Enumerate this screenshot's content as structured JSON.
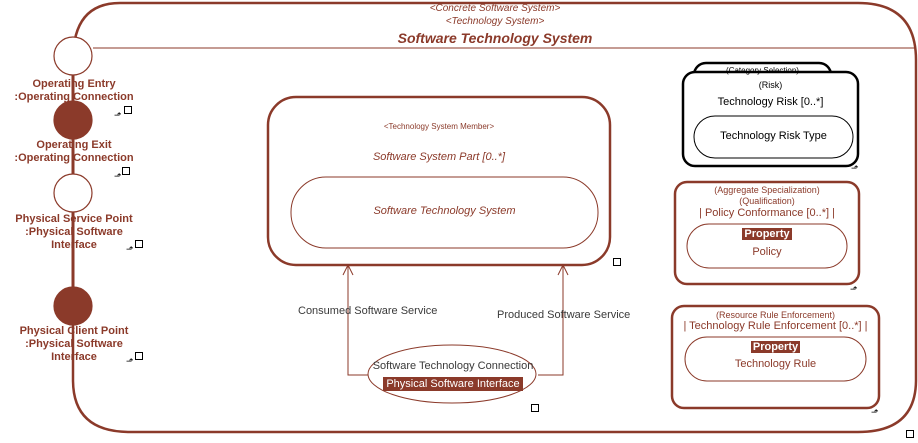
{
  "header": {
    "stereotype1": "<Concrete Software System>",
    "stereotype2": "<Technology System>",
    "title": "Software Technology System"
  },
  "ports": [
    {
      "name": "Operating Entry",
      "type": ":Operating Connection"
    },
    {
      "name": "Operating Exit",
      "type": ":Operating Connection"
    },
    {
      "name": "Physical Service Point",
      "type": ":Physical Software Interface"
    },
    {
      "name": "Physical Client Point",
      "type": ":Physical Software Interface"
    }
  ],
  "member": {
    "stereotype": "<Technology System Member>",
    "title": "Software System Part [0..*]",
    "inner": "Software Technology System"
  },
  "connection": {
    "label": "Software Technology Connection",
    "badge": "Physical Software Interface",
    "consumed": "Consumed Software Service",
    "produced": "Produced Software Service"
  },
  "risk": {
    "hidden_stereotype": "(Category Selection)",
    "stereotype": "(Risk)",
    "title": "Technology Risk [0..*]",
    "inner": "Technology Risk Type"
  },
  "policy": {
    "stereotype1": "(Aggregate Specialization)",
    "stereotype2": "(Qualification)",
    "title": "| Policy Conformance [0..*] |",
    "badge": "Property",
    "inner": "Policy"
  },
  "rule": {
    "stereotype": "(Resource Rule Enforcement)",
    "title": "| Technology Rule Enforcement [0..*] |",
    "badge": "Property",
    "inner": "Technology Rule"
  },
  "colors": {
    "accent": "#8b3a2a",
    "black": "#000000",
    "grey_text": "#3a3a3a"
  }
}
